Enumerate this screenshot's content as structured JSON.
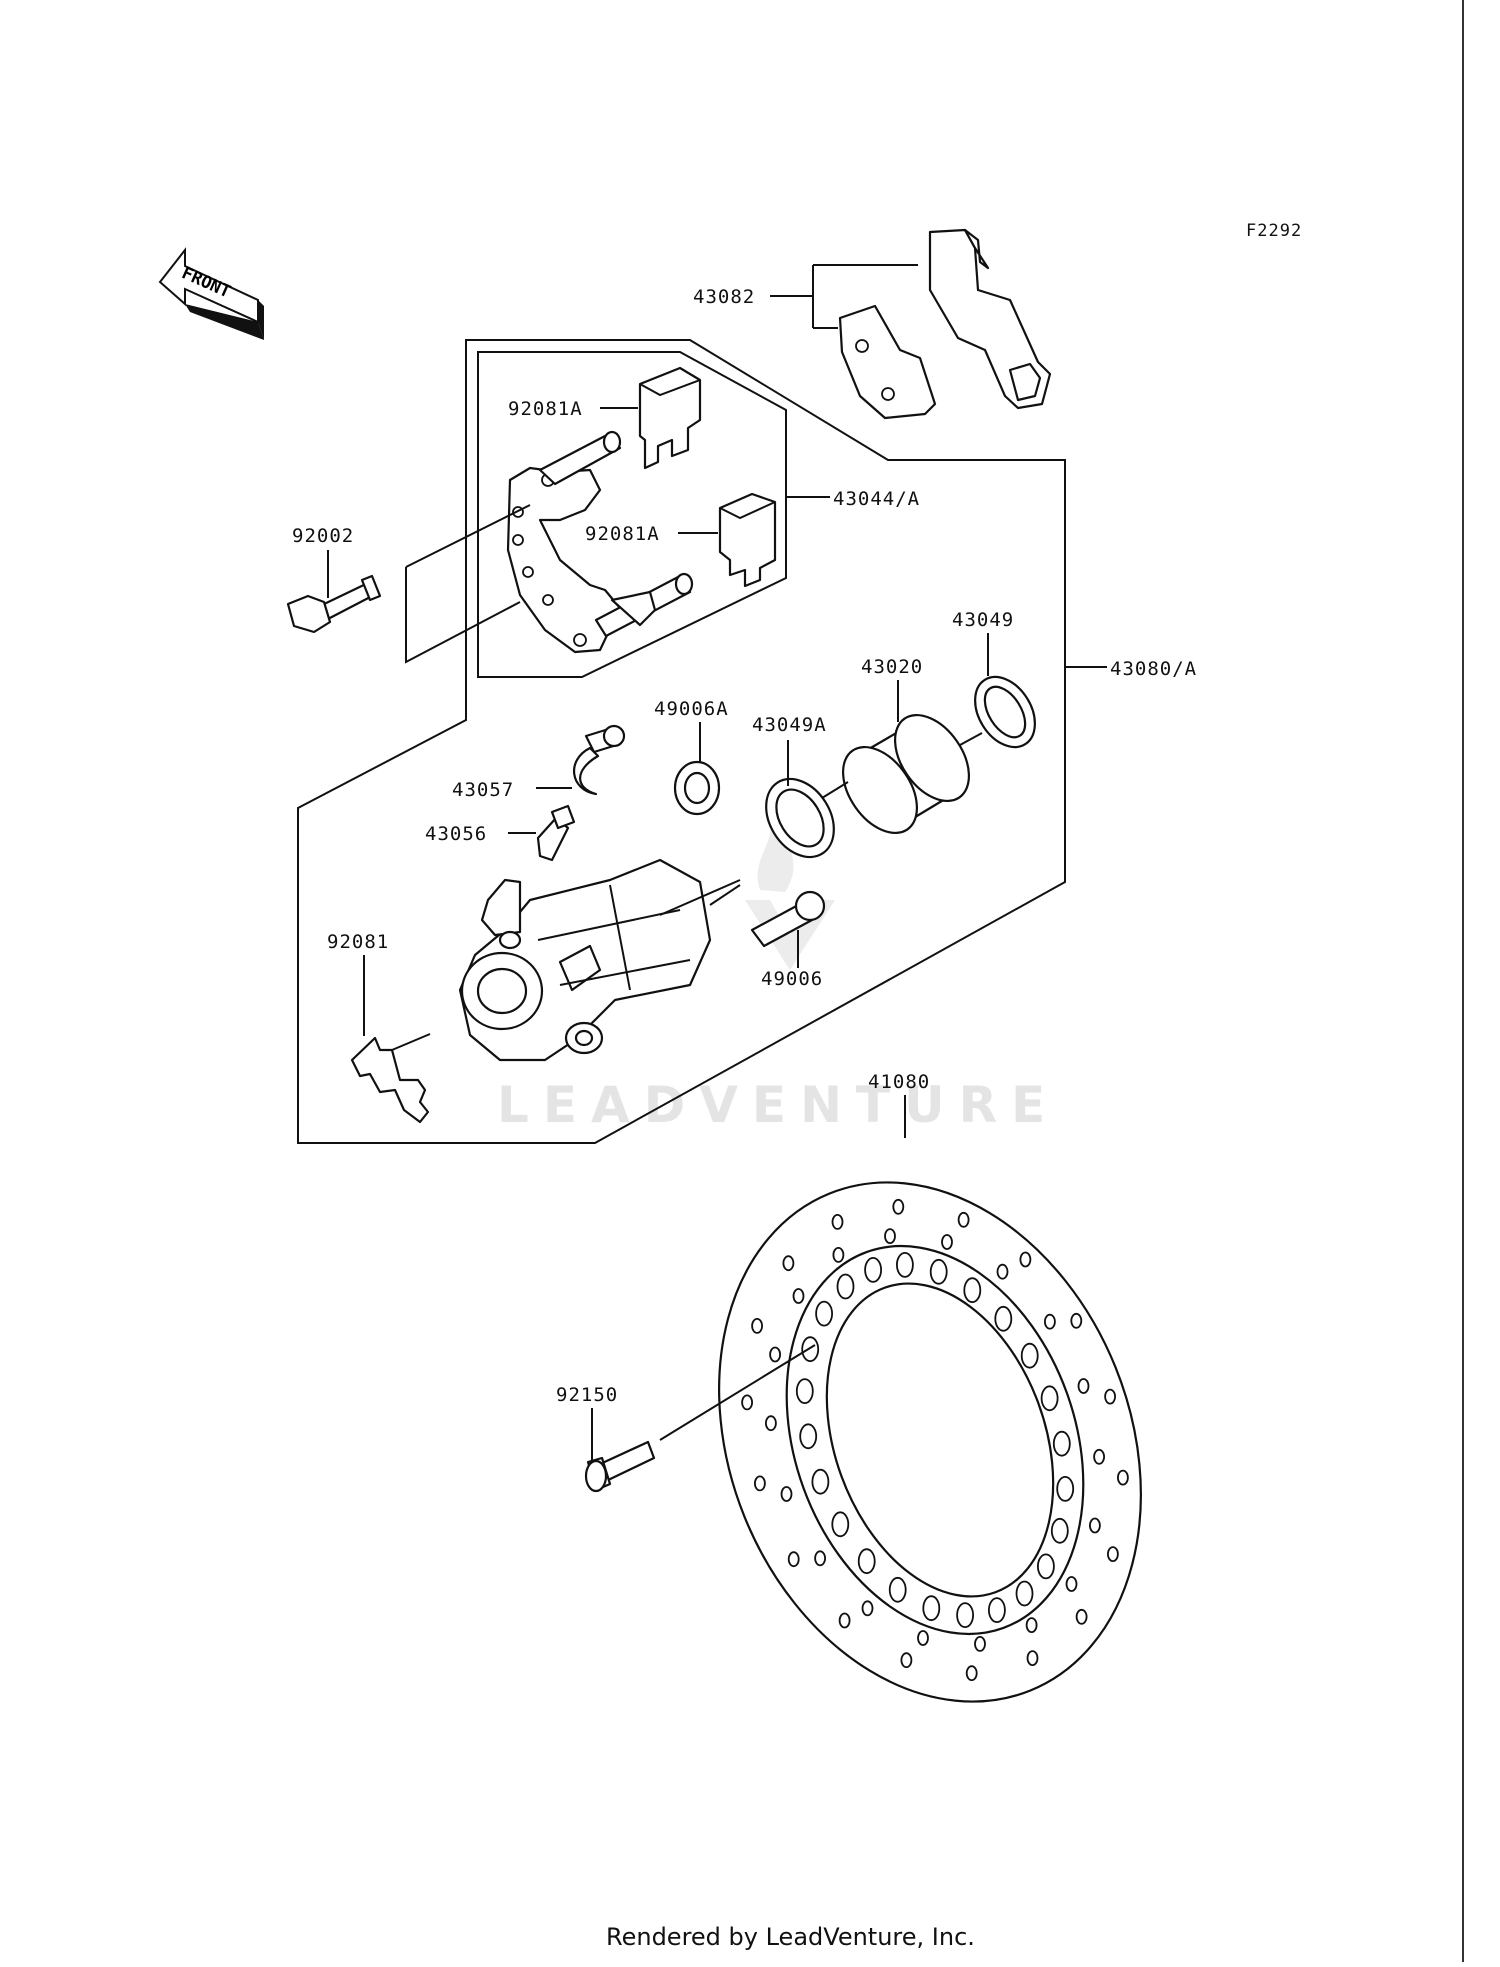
{
  "diagram_code": "F2292",
  "front_label": "FRONT",
  "watermark": "LEADVENTURE",
  "footer": "Rendered by LeadVenture, Inc.",
  "labels": {
    "p43082": "43082",
    "p92081A_top": "92081A",
    "p43044A": "43044/A",
    "p92081A_mid": "92081A",
    "p92002": "92002",
    "p43049": "43049",
    "p43020": "43020",
    "p43080A": "43080/A",
    "p49006A": "49006A",
    "p43049A": "43049A",
    "p43057": "43057",
    "p43056": "43056",
    "p92081": "92081",
    "p49006": "49006",
    "p41080": "41080",
    "p92150": "92150"
  }
}
